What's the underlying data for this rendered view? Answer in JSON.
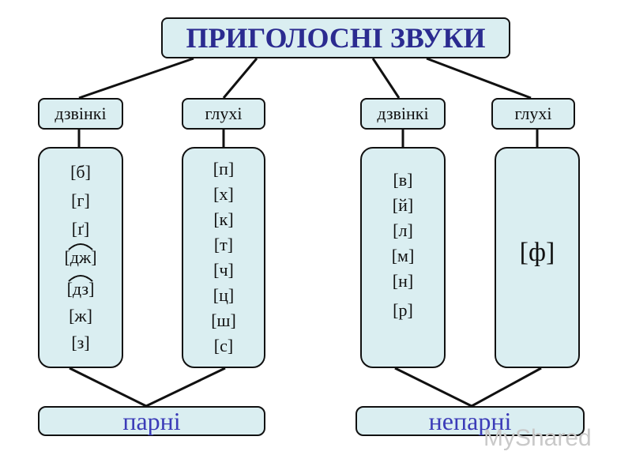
{
  "title": "ПРИГОЛОСНІ ЗВУКИ",
  "groups": {
    "paired": {
      "label": "парні",
      "voiced": {
        "label": "дзвінкі",
        "sounds": [
          "[б]",
          "[г]",
          "[ґ]",
          "[дж]",
          "[дз]",
          "[ж]",
          "[з]"
        ]
      },
      "voiceless": {
        "label": "глухі",
        "sounds": [
          "[п]",
          "[х]",
          "[к]",
          "[т]",
          "[ч]",
          "[ц]",
          "[ш]",
          "[с]"
        ]
      }
    },
    "unpaired": {
      "label": "непарні",
      "voiced": {
        "label": "дзвінкі",
        "sounds": [
          "[в]",
          "[й]",
          "[л]",
          "[м]",
          "[н]",
          "[р]"
        ]
      },
      "voiceless": {
        "label": "глухі",
        "sounds": [
          "[ф]"
        ]
      }
    }
  },
  "watermark": "MyShared",
  "colors": {
    "box_fill": "#daeef1",
    "title_text": "#2b2b90",
    "bottom_text": "#3b3bb8"
  }
}
